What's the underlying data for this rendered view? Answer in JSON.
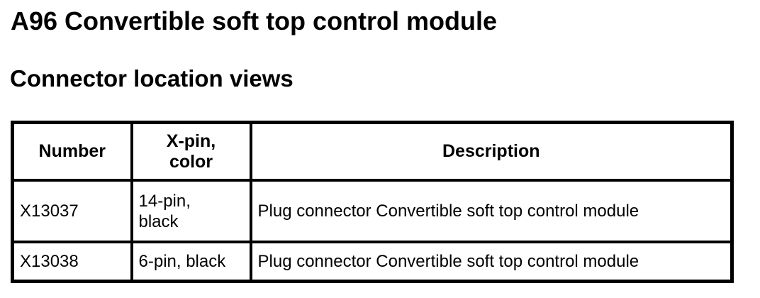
{
  "page": {
    "title": "A96 Convertible soft top control module",
    "subtitle": "Connector location views"
  },
  "table": {
    "headers": {
      "number": "Number",
      "pin_color": "X-pin,\ncolor",
      "description": "Description"
    },
    "rows": [
      {
        "number": "X13037",
        "pin_color": "14-pin,\nblack",
        "description": "Plug connector Convertible soft top control module"
      },
      {
        "number": "X13038",
        "pin_color": "6-pin, black",
        "description": "Plug connector Convertible soft top control module"
      }
    ]
  },
  "colors": {
    "text": "#000000",
    "background": "#ffffff",
    "table_border": "#000000"
  }
}
